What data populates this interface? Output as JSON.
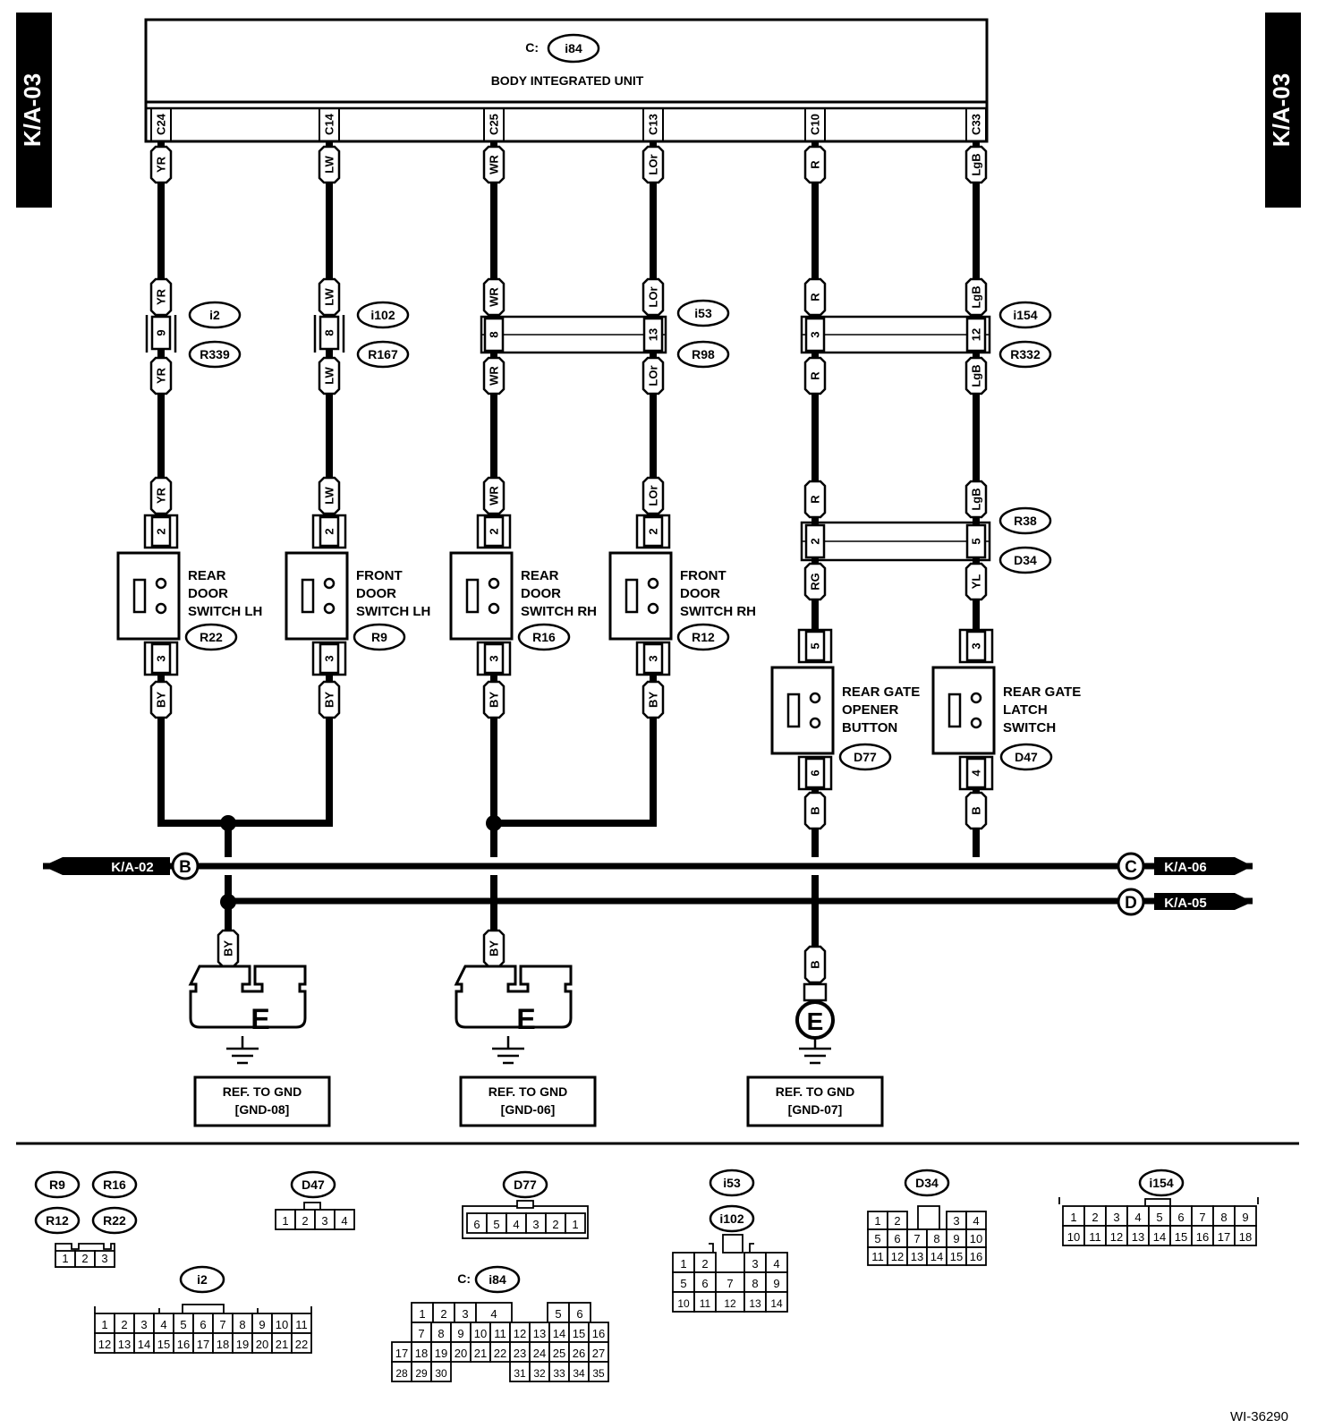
{
  "page_tag": "K/A-03",
  "unit": {
    "prefix": "C:",
    "id": "i84",
    "name": "BODY INTEGRATED UNIT"
  },
  "pins": [
    {
      "pin": "C24",
      "wire": "YR"
    },
    {
      "pin": "C14",
      "wire": "LW"
    },
    {
      "pin": "C25",
      "wire": "WR"
    },
    {
      "pin": "C13",
      "wire": "LOr"
    },
    {
      "pin": "C10",
      "wire": "R"
    },
    {
      "pin": "C33",
      "wire": "LgB"
    }
  ],
  "connectors_mid": [
    {
      "ids": [
        "i2",
        "R339"
      ],
      "pins": [
        "9"
      ],
      "wires_in": [
        "YR"
      ],
      "wires_out": [
        "YR"
      ]
    },
    {
      "ids": [
        "i102",
        "R167"
      ],
      "pins": [
        "8"
      ],
      "wires_in": [
        "LW"
      ],
      "wires_out": [
        "LW"
      ]
    },
    {
      "ids": [
        "i53",
        "R98"
      ],
      "pins": [
        "8",
        "13"
      ],
      "wires_in": [
        "WR",
        "LOr"
      ],
      "wires_out": [
        "WR",
        "LOr"
      ]
    },
    {
      "ids": [
        "i154",
        "R332"
      ],
      "pins": [
        "3",
        "12"
      ],
      "wires_in": [
        "R",
        "LgB"
      ],
      "wires_out": [
        "R",
        "LgB"
      ]
    }
  ],
  "r38_d34": {
    "ids": [
      "R38",
      "D34"
    ],
    "pins": [
      "2",
      "5"
    ],
    "wires_in": [
      "R",
      "LgB"
    ],
    "wires_out": [
      "RG",
      "YL"
    ]
  },
  "switches": [
    {
      "name": [
        "REAR",
        "DOOR",
        "SWITCH LH"
      ],
      "id": "R22",
      "pin_top": "2",
      "pin_bot": "3",
      "wire_top": "YR",
      "wire_bot": "BY"
    },
    {
      "name": [
        "FRONT",
        "DOOR",
        "SWITCH LH"
      ],
      "id": "R9",
      "pin_top": "2",
      "pin_bot": "3",
      "wire_top": "LW",
      "wire_bot": "BY"
    },
    {
      "name": [
        "REAR",
        "DOOR",
        "SWITCH RH"
      ],
      "id": "R16",
      "pin_top": "2",
      "pin_bot": "3",
      "wire_top": "WR",
      "wire_bot": "BY"
    },
    {
      "name": [
        "FRONT",
        "DOOR",
        "SWITCH RH"
      ],
      "id": "R12",
      "pin_top": "2",
      "pin_bot": "3",
      "wire_top": "LOr",
      "wire_bot": "BY"
    },
    {
      "name": [
        "REAR GATE",
        "OPENER",
        "BUTTON"
      ],
      "id": "D77",
      "pin_top": "5",
      "pin_bot": "6",
      "wire_top": "",
      "wire_bot": "B"
    },
    {
      "name": [
        "REAR GATE",
        "LATCH",
        "SWITCH"
      ],
      "id": "D47",
      "pin_top": "3",
      "pin_bot": "4",
      "wire_top": "",
      "wire_bot": "B"
    }
  ],
  "bus": [
    {
      "letter": "B",
      "ref": "K/A-02"
    },
    {
      "letter": "C",
      "ref": "K/A-06"
    },
    {
      "letter": "D",
      "ref": "K/A-05"
    }
  ],
  "grounds": [
    {
      "letter": "E",
      "wire": "BY",
      "ref": [
        "REF. TO GND",
        "[GND-08]"
      ]
    },
    {
      "letter": "E",
      "wire": "BY",
      "ref": [
        "REF. TO GND",
        "[GND-06]"
      ]
    },
    {
      "letter": "E",
      "wire": "B",
      "ref": [
        "REF. TO GND",
        "[GND-07]"
      ]
    }
  ],
  "legend": {
    "r_group": [
      "R9",
      "R16",
      "R12",
      "R22"
    ],
    "r_pins": [
      "1",
      "2",
      "3"
    ],
    "d47": {
      "id": "D47",
      "pins": [
        "1",
        "2",
        "3",
        "4"
      ]
    },
    "d77": {
      "id": "D77",
      "pins": [
        "6",
        "5",
        "4",
        "3",
        "2",
        "1"
      ]
    },
    "i53_i102": {
      "ids": [
        "i53",
        "i102"
      ],
      "rows": [
        [
          "1",
          "2",
          "",
          "3",
          "4"
        ],
        [
          "5",
          "6",
          "7",
          "8",
          "9"
        ],
        [
          "10",
          "11",
          "12",
          "13",
          "14"
        ]
      ]
    },
    "d34": {
      "id": "D34",
      "rows": [
        [
          "1",
          "2",
          "",
          "3",
          "4"
        ],
        [
          "5",
          "6",
          "7",
          "8",
          "9",
          "10"
        ],
        [
          "11",
          "12",
          "13",
          "14",
          "15",
          "16"
        ]
      ]
    },
    "i154": {
      "id": "i154",
      "rows": [
        [
          "1",
          "2",
          "3",
          "4",
          "5",
          "6",
          "7",
          "8",
          "9"
        ],
        [
          "10",
          "11",
          "12",
          "13",
          "14",
          "15",
          "16",
          "17",
          "18"
        ]
      ]
    },
    "i2": {
      "id": "i2",
      "rows": [
        [
          "1",
          "2",
          "3",
          "4",
          "5",
          "6",
          "7",
          "8",
          "9",
          "10",
          "11"
        ],
        [
          "12",
          "13",
          "14",
          "15",
          "16",
          "17",
          "18",
          "19",
          "20",
          "21",
          "22"
        ]
      ]
    },
    "i84": {
      "prefix": "C:",
      "id": "i84",
      "rows": [
        [
          "1",
          "2",
          "3",
          "4",
          "",
          "5",
          "6"
        ],
        [
          "7",
          "8",
          "9",
          "10",
          "11",
          "12",
          "13",
          "14",
          "15",
          "16"
        ],
        [
          "17",
          "18",
          "19",
          "20",
          "21",
          "22",
          "23",
          "24",
          "25",
          "26",
          "27"
        ],
        [
          "28",
          "29",
          "30",
          "",
          "",
          "",
          "31",
          "32",
          "33",
          "34",
          "35"
        ]
      ]
    }
  },
  "figure_id": "WI-36290"
}
